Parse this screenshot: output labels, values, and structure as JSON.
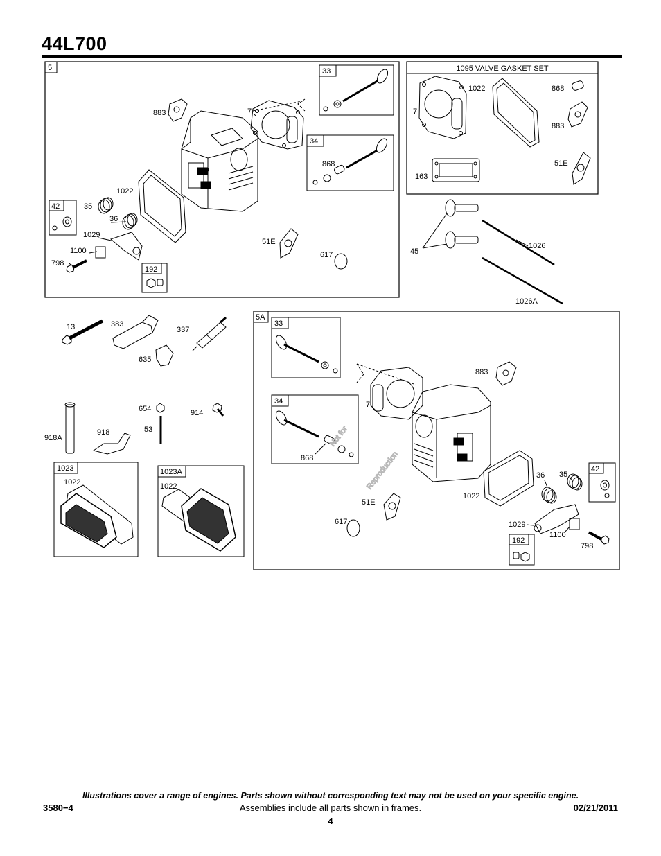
{
  "header": {
    "model": "44L700"
  },
  "panel5": {
    "frame_label": "5",
    "labels": {
      "p883": "883",
      "p7": "7",
      "p1022": "1022",
      "p35": "35",
      "p36": "36",
      "p1029": "1029",
      "p1100": "1100",
      "p798": "798",
      "p51E": "51E",
      "p617": "617"
    },
    "frames": {
      "f33": "33",
      "f34": "34",
      "f42": "42",
      "f192": "192"
    },
    "f34_label": "868"
  },
  "gasket_set": {
    "title": "1095 VALVE GASKET SET",
    "labels": {
      "p1022": "1022",
      "p868": "868",
      "p7": "7",
      "p883": "883",
      "p51E": "51E",
      "p163": "163"
    }
  },
  "valves": {
    "p45": "45",
    "p1026": "1026",
    "p1026A": "1026A"
  },
  "loose_parts": {
    "p13": "13",
    "p383": "383",
    "p337": "337",
    "p635": "635",
    "p654": "654",
    "p914": "914",
    "p53": "53",
    "p918": "918",
    "p918A": "918A"
  },
  "cover1023": {
    "frame": "1023",
    "label": "1022"
  },
  "cover1023A": {
    "frame": "1023A",
    "label": "1022"
  },
  "panel5A": {
    "frame_label": "5A",
    "frames": {
      "f33": "33",
      "f34": "34",
      "f42": "42",
      "f192": "192"
    },
    "labels": {
      "p883": "883",
      "p7": "7",
      "p868": "868",
      "p36": "36",
      "p35": "35",
      "p1022": "1022",
      "p51E": "51E",
      "p617": "617",
      "p1029": "1029",
      "p1100": "1100",
      "p798": "798"
    }
  },
  "watermark": {
    "line1": "Not for",
    "line2": "Reproduction"
  },
  "footer": {
    "disclaimer": "Illustrations cover a range of engines. Parts shown without corresponding text may not be used on your specific engine.",
    "doc_number": "3580−4",
    "assemblies_note": "Assemblies include all parts shown in frames.",
    "date": "02/21/2011",
    "page": "4"
  }
}
